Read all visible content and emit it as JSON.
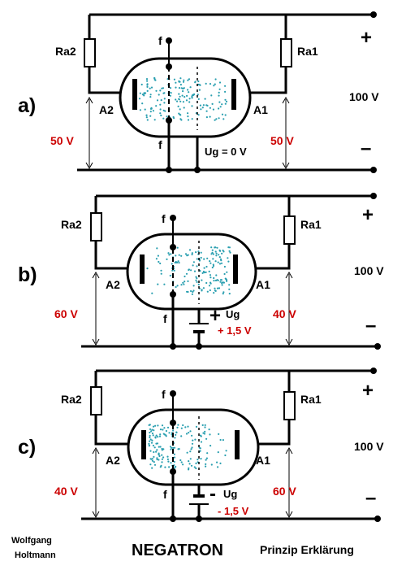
{
  "title": "NEGATRON",
  "subtitle": "Prinzip Erklärung",
  "author": "Wolfgang\nHoltmann",
  "supply_voltage": "100 V",
  "plus": "+",
  "minus": "–",
  "colors": {
    "voltage_red": "#cc0000",
    "electron_cloud": "#2a9fb0"
  },
  "panels": [
    {
      "id": "a",
      "section_label": "a)",
      "ra2": "Ra2",
      "ra1": "Ra1",
      "a2": "A2",
      "a1": "A1",
      "filament": "f",
      "v_left": "50 V",
      "v_right": "50 V",
      "ug_text": "Ug = 0 V",
      "ug_sign": "",
      "ug_value": "",
      "cloud_bias": "center"
    },
    {
      "id": "b",
      "section_label": "b)",
      "ra2": "Ra2",
      "ra1": "Ra1",
      "a2": "A2",
      "a1": "A1",
      "filament": "f",
      "v_left": "60 V",
      "v_right": "40 V",
      "ug_text": "Ug",
      "ug_sign": "+",
      "ug_value": "+ 1,5 V",
      "cloud_bias": "right"
    },
    {
      "id": "c",
      "section_label": "c)",
      "ra2": "Ra2",
      "ra1": "Ra1",
      "a2": "A2",
      "a1": "A1",
      "filament": "f",
      "v_left": "40 V",
      "v_right": "60 V",
      "ug_text": "Ug",
      "ug_sign": "-",
      "ug_value": "- 1,5 V",
      "cloud_bias": "left"
    }
  ]
}
